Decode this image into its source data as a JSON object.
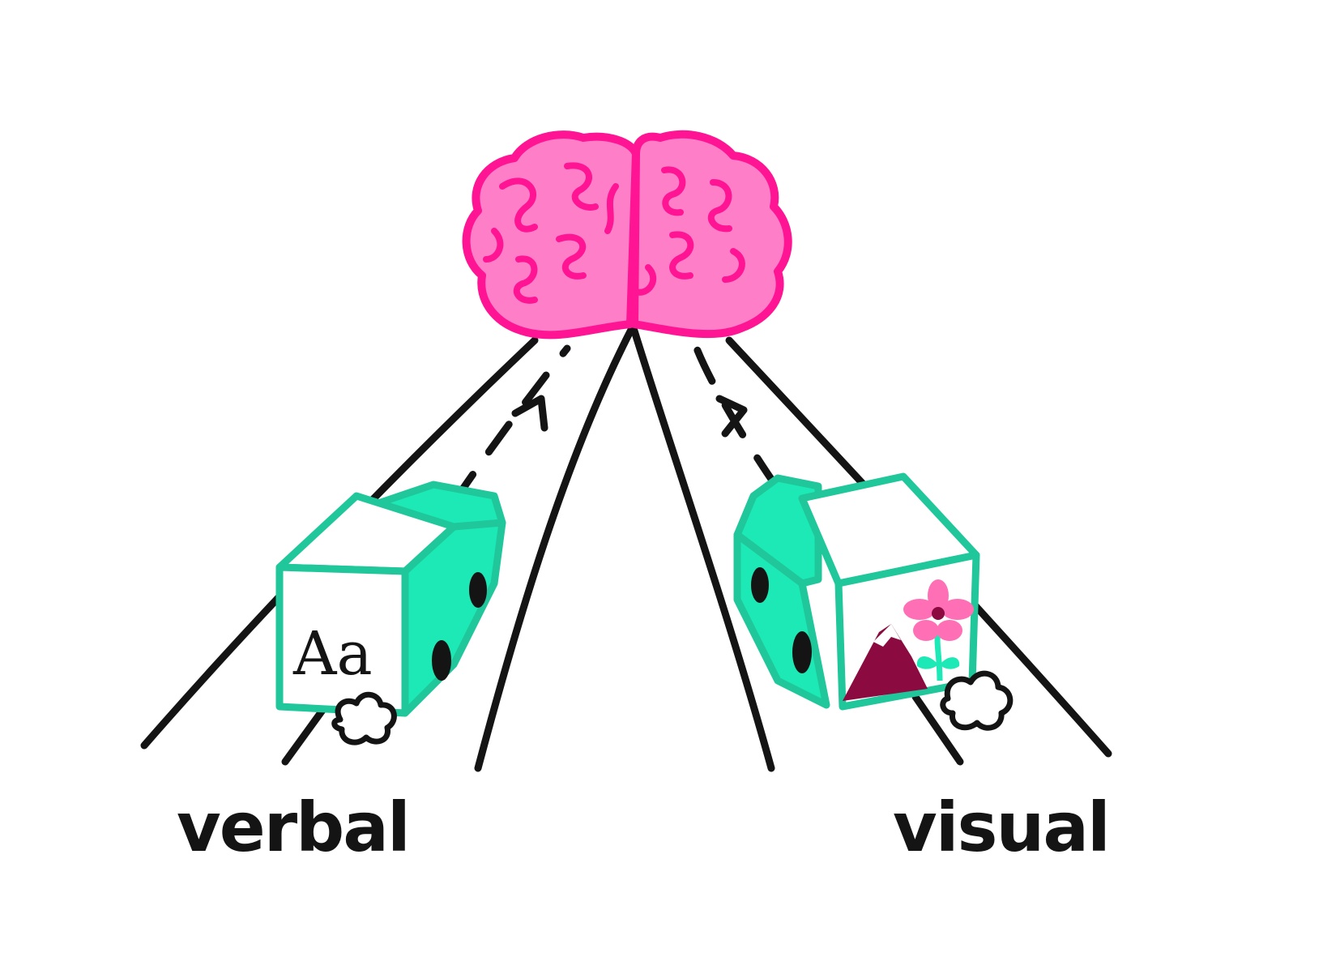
{
  "labels": {
    "left": "verbal",
    "right": "visual"
  },
  "left_truck_text": "Aa",
  "icons": {
    "brain": "brain-icon",
    "left_truck": "truck-icon",
    "right_truck": "truck-icon",
    "mountain": "mountain-icon",
    "flower": "flower-icon",
    "exhaust": "exhaust-cloud-icon"
  },
  "colors": {
    "brain_fill": "#ff7ec8",
    "brain_outline": "#ff1493",
    "truck_fill": "#1de9b6",
    "truck_outline": "#1fc79b",
    "mountain": "#8b0a3f",
    "flower": "#ff6fb5",
    "ink": "#141414"
  }
}
